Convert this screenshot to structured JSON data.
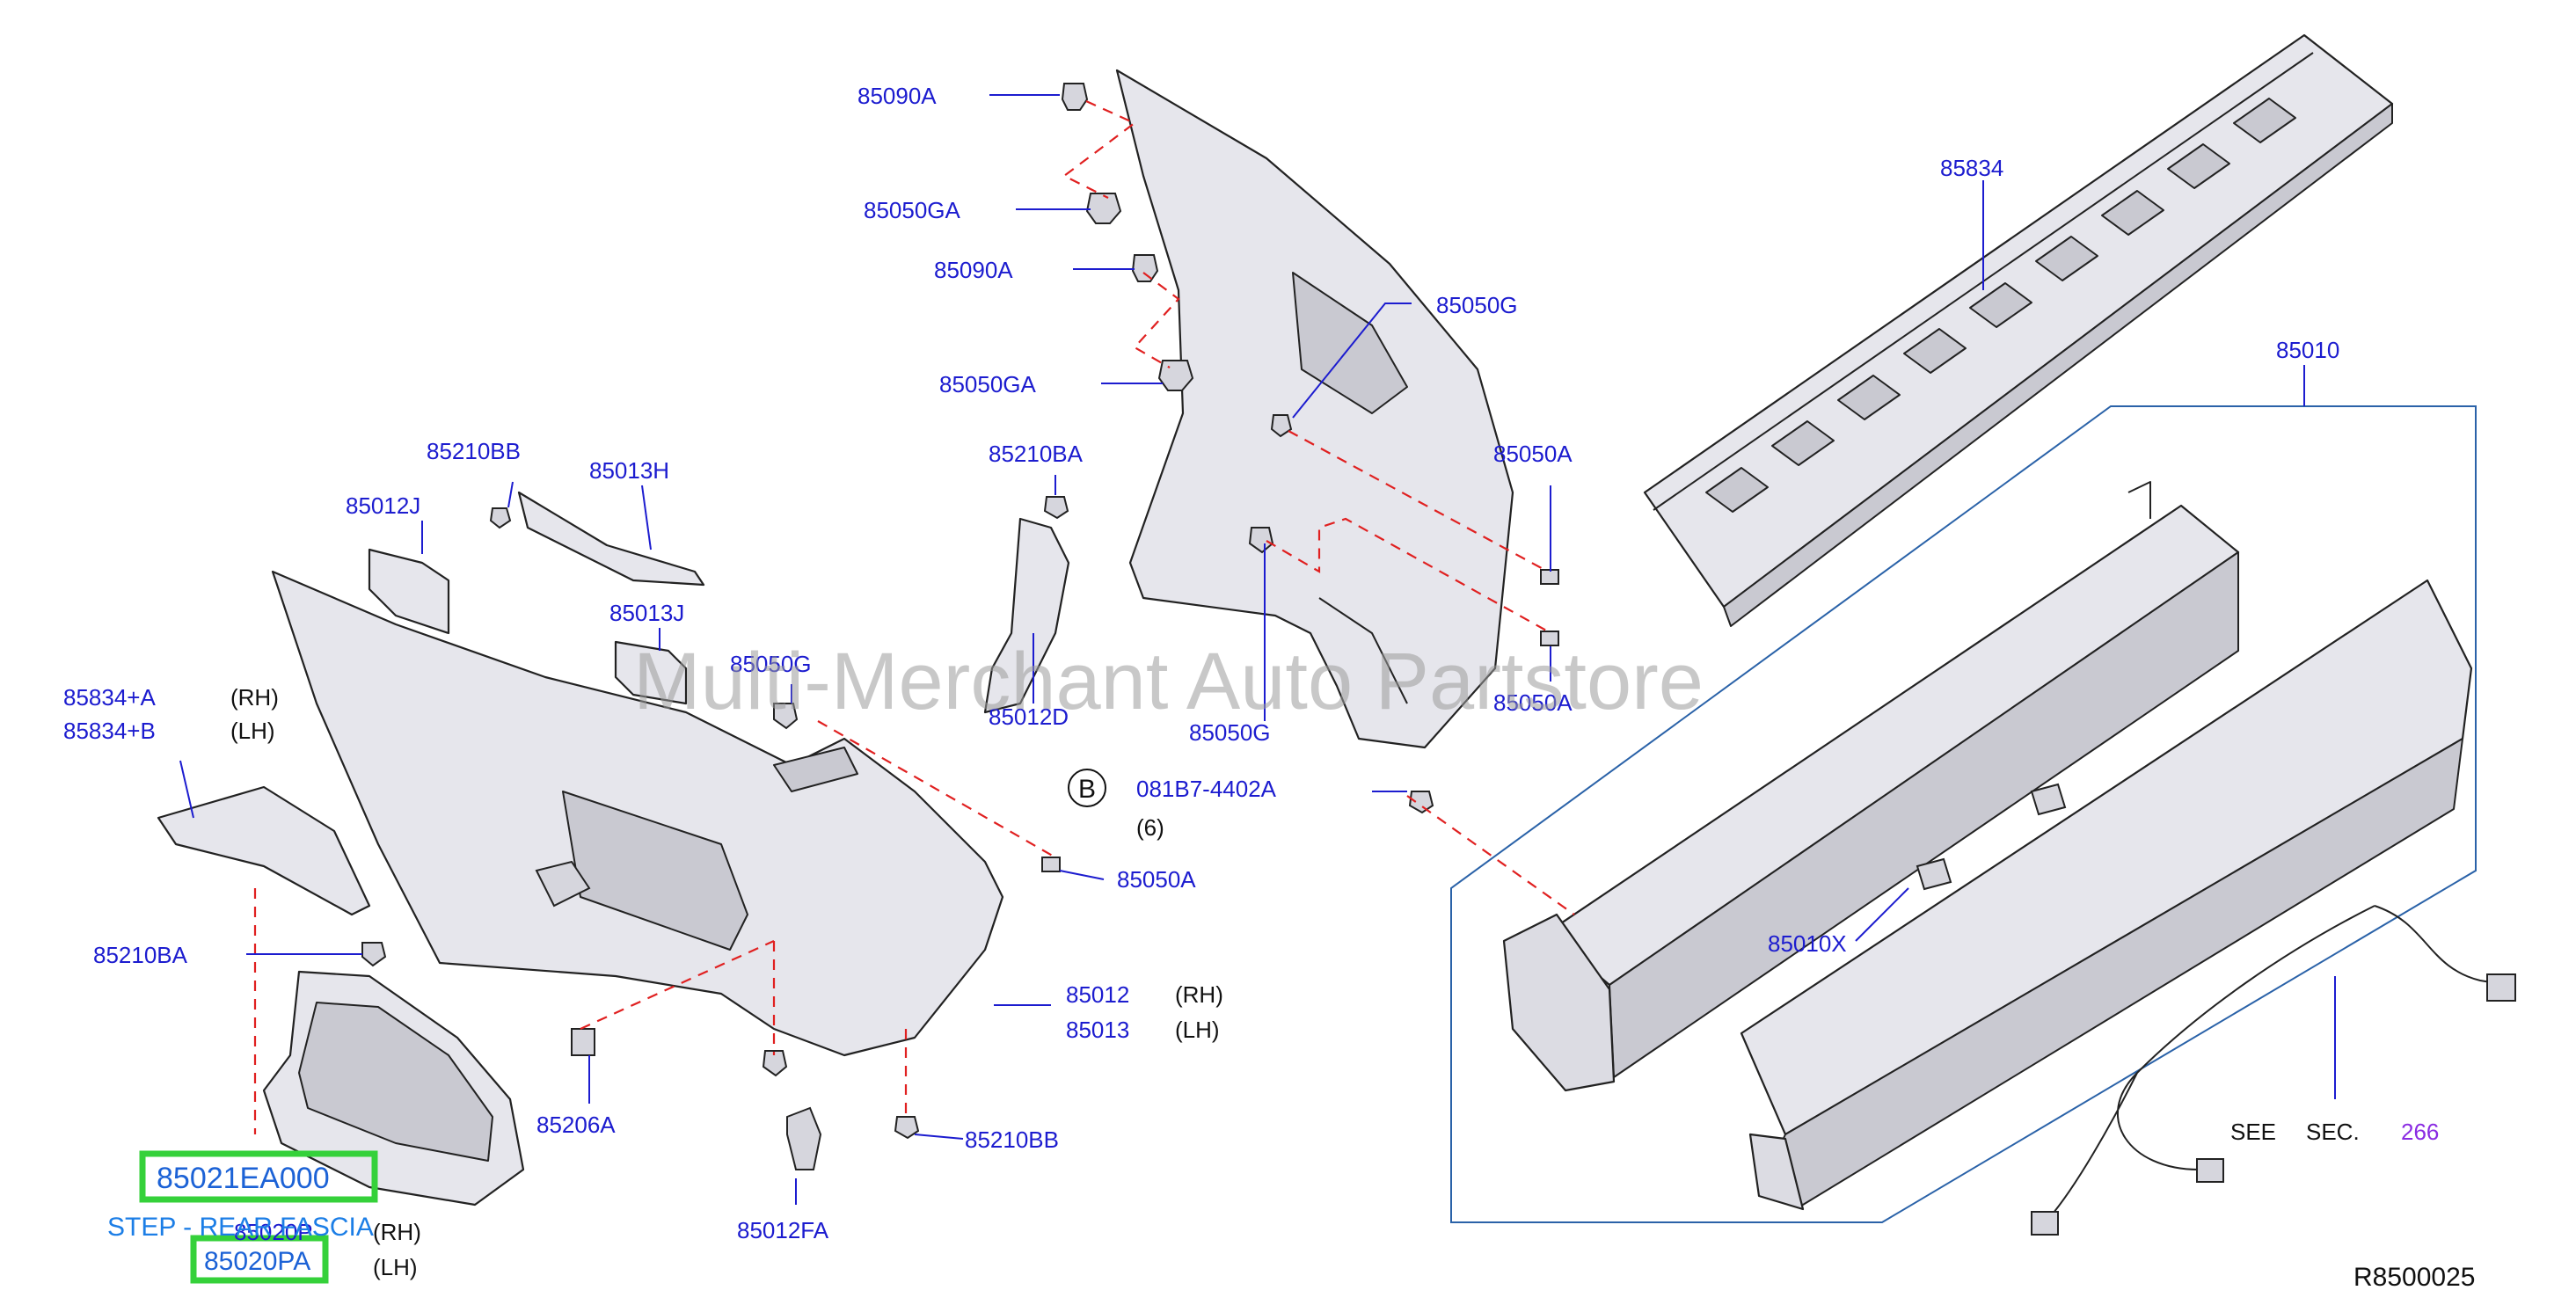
{
  "watermark": "Multi-Merchant Auto Partstore",
  "reference": "R8500025",
  "labels": {
    "l_85090A_top": "85090A",
    "l_85050GA_top": "85050GA",
    "l_85090A_mid": "85090A",
    "l_85050GA_mid": "85050GA",
    "l_85050G_right": "85050G",
    "l_85050A_right_top": "85050A",
    "l_85050A_right_bot": "85050A",
    "l_85050G_bottom": "85050G",
    "l_85210BA_mid": "85210BA",
    "l_85012D": "85012D",
    "l_85210BB_top": "85210BB",
    "l_85013H": "85013H",
    "l_85012J": "85012J",
    "l_85013J": "85013J",
    "l_85050G_left": "85050G",
    "l_85834A": "85834+A",
    "l_85834B": "85834+B",
    "l_rh1": "(RH)",
    "l_lh1": "(LH)",
    "l_85210BA_left": "85210BA",
    "l_85206A": "85206A",
    "l_85012FA": "85012FA",
    "l_85210BB_bot": "85210BB",
    "l_85050A_bot": "85050A",
    "l_081B7": "081B7-4402A",
    "l_b_circle": "B",
    "l_qty6": "(6)",
    "l_85012": "85012",
    "l_85013": "85013",
    "l_rh2": "(RH)",
    "l_lh2": "(LH)",
    "l_85834": "85834",
    "l_85010": "85010",
    "l_85010X": "85010X",
    "l_see": "SEE",
    "l_sec": "SEC.",
    "l_266": "266",
    "l_85020P": "85020P",
    "l_rh3": "(RH)",
    "l_lh3": "(LH)"
  },
  "highlights": {
    "part_number": "85021EA000",
    "lh_part": "85020PA",
    "caption": "STEP - REAR FASCIA"
  },
  "colors": {
    "label_blue": "#1c1ccf",
    "highlight_green": "#35d13a",
    "dash_red": "#e02020",
    "caption_blue": "#1c7ee6",
    "section_purple": "#8a2be2"
  }
}
